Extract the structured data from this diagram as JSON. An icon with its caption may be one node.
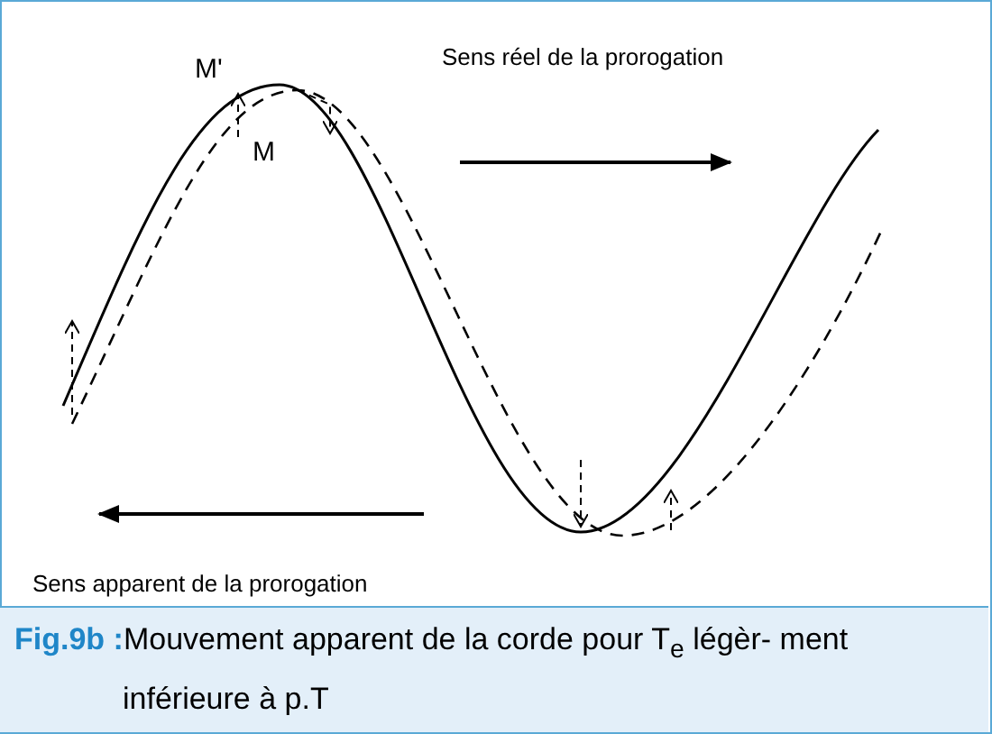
{
  "diagram": {
    "caption": "**Fig.9b :**Mouvement apparent de la corde pour T$_{e}$ légèr- ment inférieure à p.T",
    "labels": [
      "M'",
      "M",
      "Sens réel de la prorogation",
      "Sens apparent de la prorogation"
    ]
  }
}
